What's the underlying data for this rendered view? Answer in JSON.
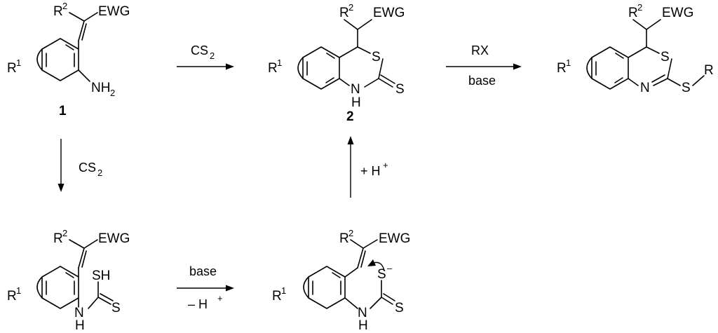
{
  "labels": {
    "r1": "R",
    "r1_sup": "1",
    "r2": "R",
    "r2_sup": "2",
    "ewg": "EWG",
    "nh2": "NH",
    "nh2_sub": "2",
    "s": "S",
    "n": "N",
    "nh_n": "N",
    "nh_h": "H",
    "sh": "SH",
    "s_minus": "S",
    "minus": "–",
    "r": "R"
  },
  "compounds": {
    "c1": "1",
    "c2": "2"
  },
  "conditions": {
    "top_left_cs": "CS",
    "top_left_cs_sub": "2",
    "down_cs": "CS",
    "down_cs_sub": "2",
    "rx": "RX",
    "base_top": "base",
    "base_bottom": "base",
    "minus_h": "– H",
    "minus_h_sup": "+",
    "plus_h": "+ H",
    "plus_h_sup": "+"
  }
}
